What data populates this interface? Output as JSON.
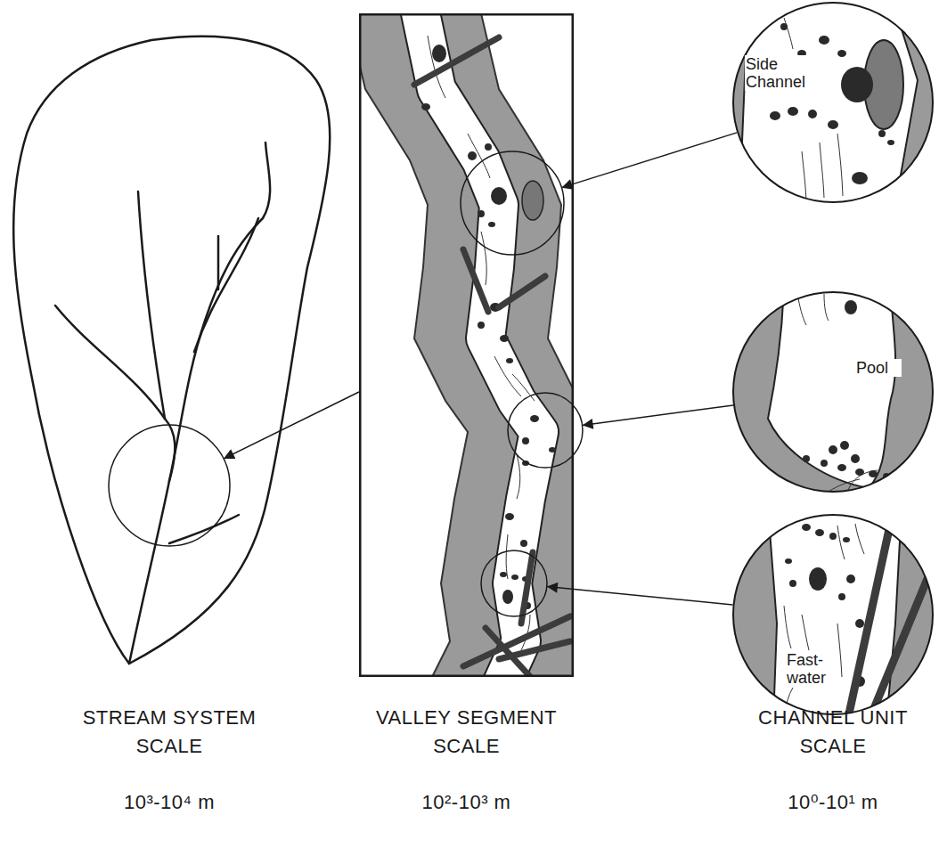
{
  "diagram": {
    "nodes": [
      {
        "text": [
          "STREAM SYSTEM SCALE",
          "10³-10⁴ m"
        ]
      },
      {
        "text": [
          "VALLEY SEGMENT SCALE",
          "10²-10³ m"
        ]
      },
      {
        "text": [
          "Side Channel"
        ]
      },
      {
        "text": [
          "Pool"
        ]
      },
      {
        "text": [
          "Fast-water"
        ]
      }
    ],
    "edges": [
      {
        "from": 1,
        "to": 0,
        "arrow": "to"
      },
      {
        "from": 2,
        "to": 1,
        "arrow": "to"
      },
      {
        "from": 3,
        "to": 1,
        "arrow": "to"
      },
      {
        "from": 4,
        "to": 1,
        "arrow": "to"
      }
    ],
    "labels": [
      "CHANNEL UNIT SCALE",
      "10⁰-10¹ m"
    ]
  }
}
